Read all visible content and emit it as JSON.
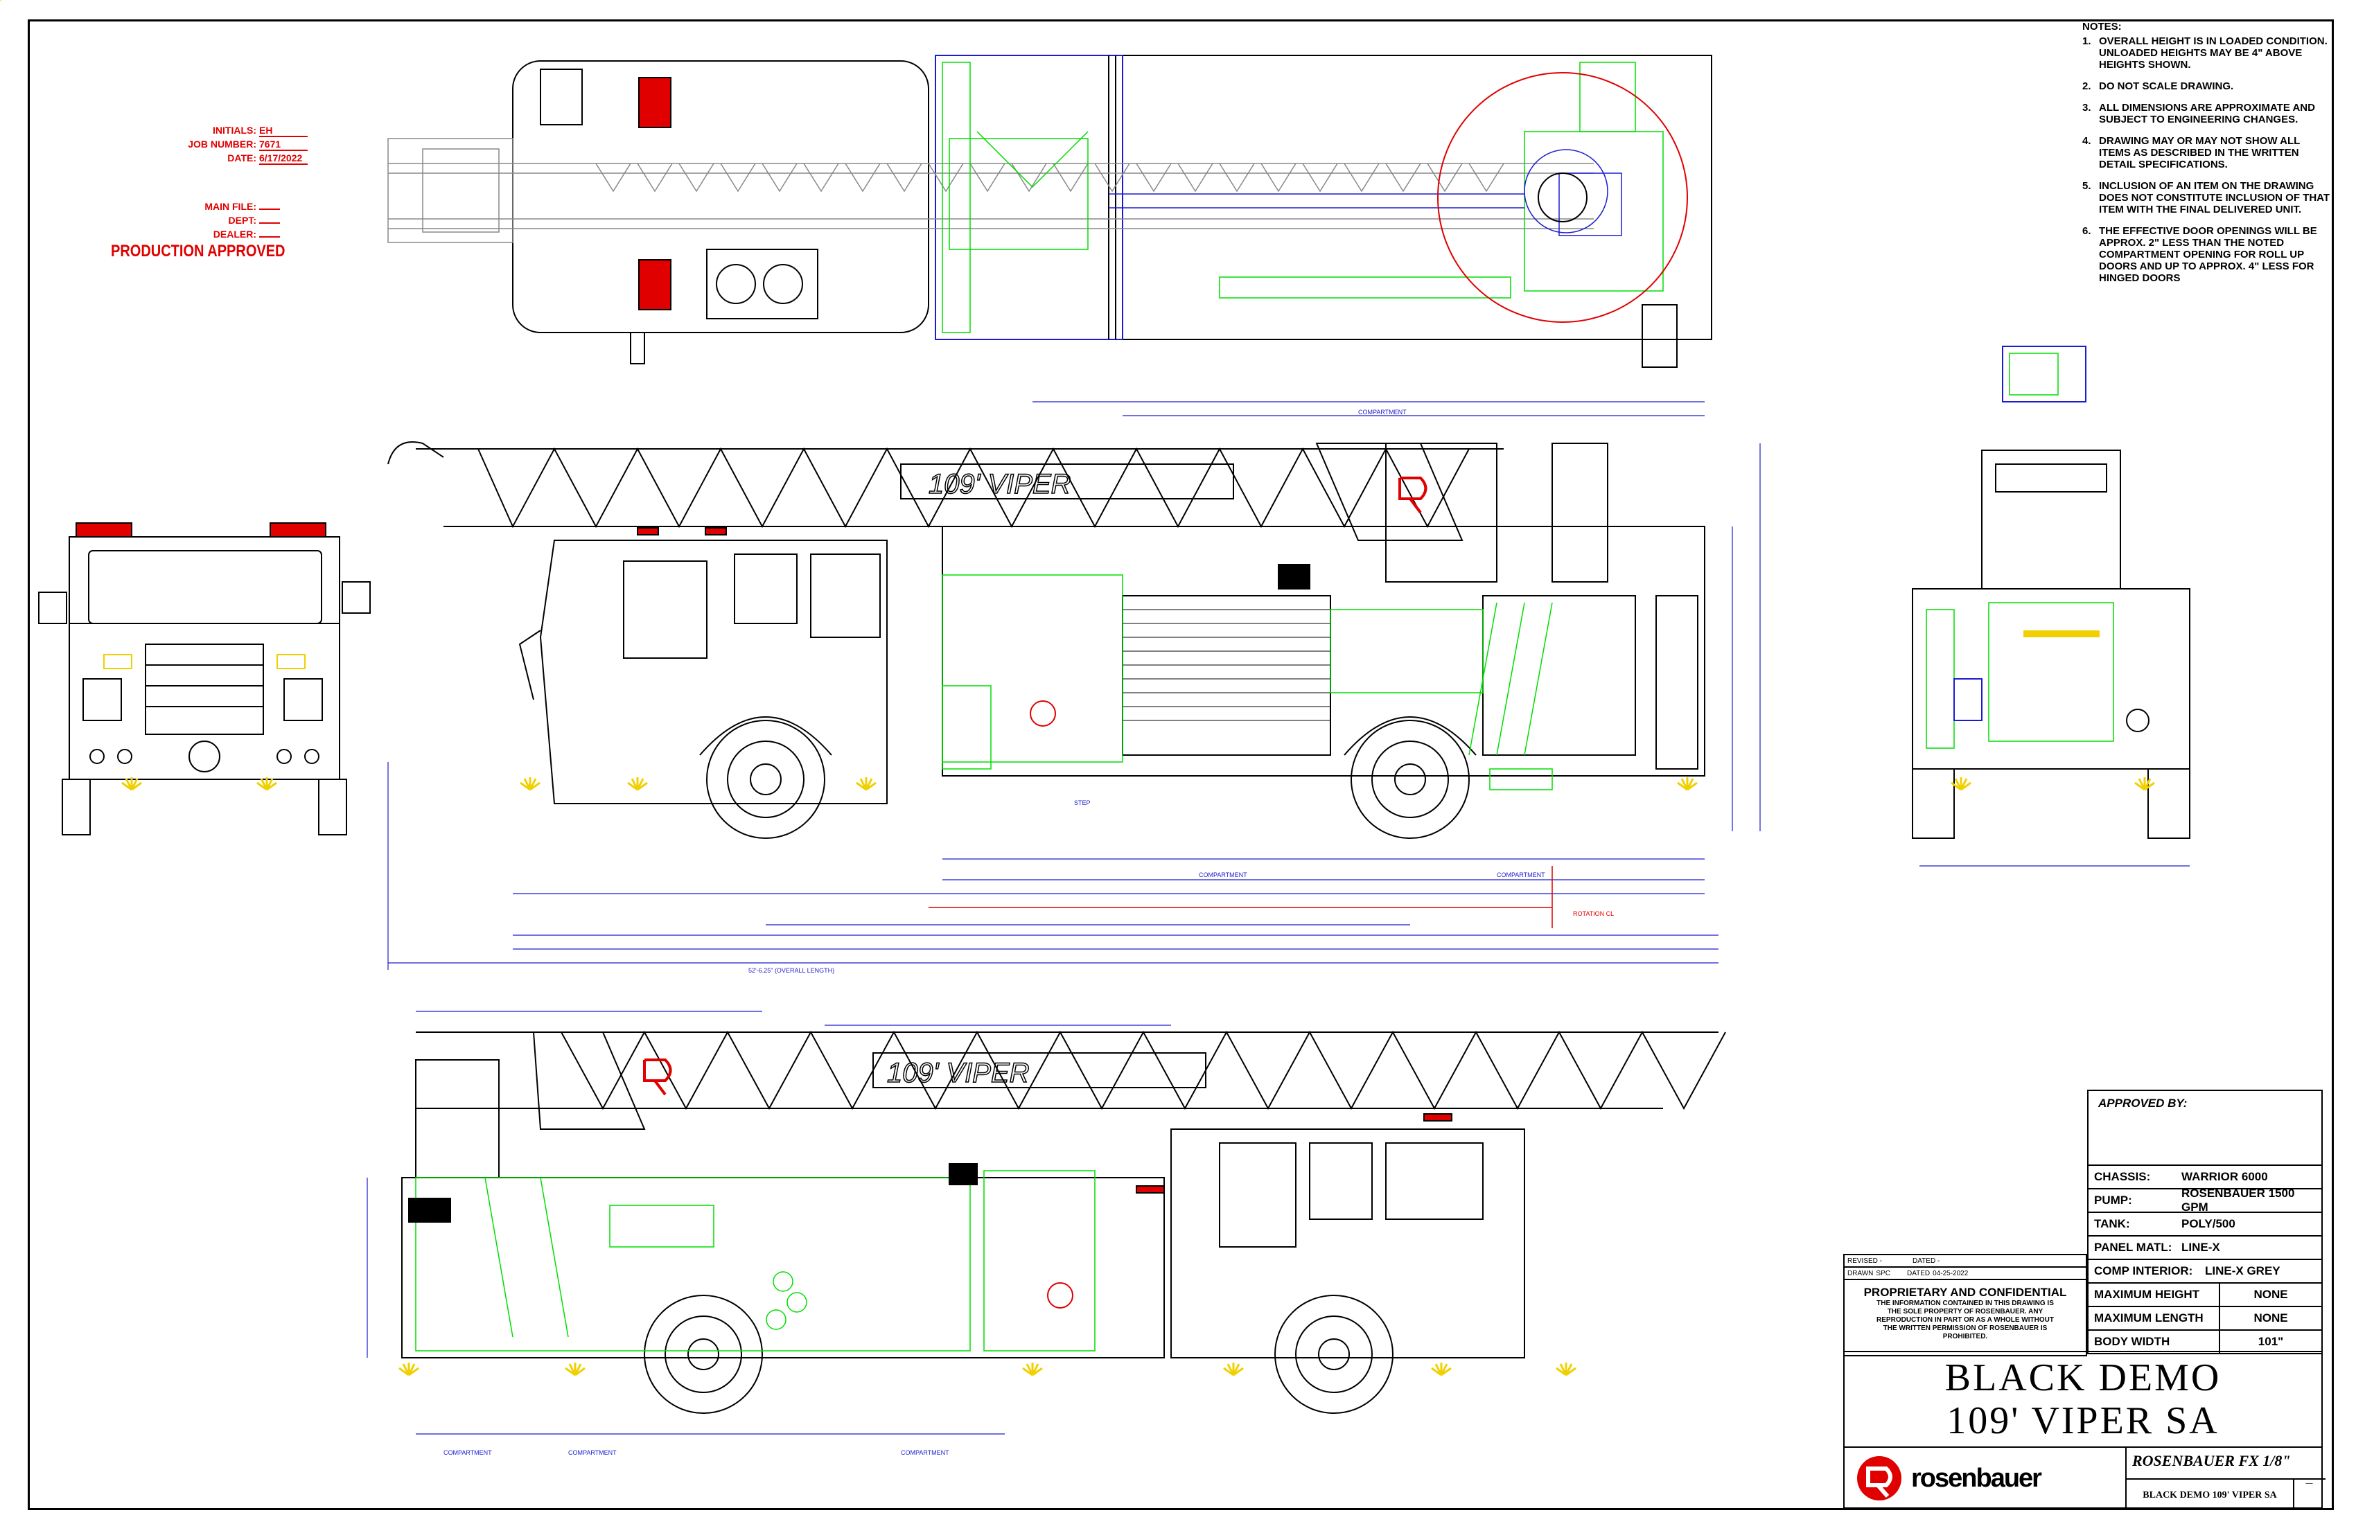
{
  "stamp": {
    "initials_label": "INITIALS:",
    "initials": "EH",
    "job_number_label": "JOB NUMBER:",
    "job_number": "7671",
    "date_label": "DATE:",
    "date": "6/17/2022",
    "main_file_label": "MAIN FILE:",
    "dept_label": "DEPT:",
    "dealer_label": "DEALER:",
    "approved": "PRODUCTION APPROVED"
  },
  "notes": {
    "heading": "NOTES:",
    "items": [
      {
        "n": "1.",
        "text": "OVERALL HEIGHT IS IN LOADED CONDITION. UNLOADED HEIGHTS MAY BE 4\" ABOVE HEIGHTS SHOWN."
      },
      {
        "n": "2.",
        "text": "DO NOT SCALE DRAWING."
      },
      {
        "n": "3.",
        "text": "ALL DIMENSIONS ARE APPROXIMATE AND SUBJECT TO ENGINEERING CHANGES."
      },
      {
        "n": "4.",
        "text": "DRAWING MAY OR MAY NOT SHOW ALL ITEMS AS DESCRIBED IN THE WRITTEN DETAIL SPECIFICATIONS."
      },
      {
        "n": "5.",
        "text": "INCLUSION OF AN ITEM ON THE DRAWING DOES NOT CONSTITUTE INCLUSION OF THAT ITEM WITH THE FINAL DELIVERED UNIT."
      },
      {
        "n": "6.",
        "text": "THE EFFECTIVE DOOR OPENINGS WILL BE APPROX. 2\" LESS THAN THE NOTED COMPARTMENT OPENING FOR ROLL UP DOORS AND UP TO APPROX. 4\" LESS FOR HINGED DOORS"
      }
    ]
  },
  "approved_by": "APPROVED BY:",
  "spec": {
    "chassis_label": "CHASSIS:",
    "chassis": "WARRIOR 6000",
    "pump_label": "PUMP:",
    "pump": "ROSENBAUER 1500 GPM",
    "tank_label": "TANK:",
    "tank": "POLY/500",
    "panel_label": "PANEL MATL:",
    "panel": "LINE-X",
    "comp_label": "COMP INTERIOR:",
    "comp": "LINE-X GREY",
    "max_height_label": "MAXIMUM HEIGHT",
    "max_height": "NONE",
    "max_length_label": "MAXIMUM LENGTH",
    "max_length": "NONE",
    "body_width_label": "BODY WIDTH",
    "body_width": "101\""
  },
  "revision": {
    "revised_label": "REVISED -",
    "dated_label": "DATED -",
    "drawn_label": "DRAWN",
    "drawn": "SPC",
    "date_label": "DATED",
    "date": "04-25-2022"
  },
  "proprietary": {
    "heading": "PROPRIETARY AND CONFIDENTIAL",
    "body": "THE INFORMATION CONTAINED IN THIS DRAWING IS THE SOLE PROPERTY OF ROSENBAUER. ANY REPRODUCTION IN PART OR AS A WHOLE WITHOUT THE WRITTEN PERMISSION OF ROSENBAUER IS PROHIBITED."
  },
  "title": {
    "line1": "BLACK DEMO",
    "line2": "109' VIPER SA"
  },
  "brand": "rosenbauer",
  "product": "ROSENBAUER FX 1/8\"",
  "drawing_name": "BLACK DEMO 109' VIPER SA",
  "ladder_badge": "109' VIPER",
  "labels": {
    "overall_length": "52'-6.25\" (OVERALL LENGTH)",
    "rotation_cl": "ROTATION CL",
    "compartment": "COMPARTMENT",
    "step": "STEP"
  },
  "colors": {
    "outline": "#000000",
    "green": "#00dd00",
    "blue": "#1b1bd0",
    "red": "#e00000",
    "magenta": "#d000d0",
    "yellow": "#f0d000"
  }
}
